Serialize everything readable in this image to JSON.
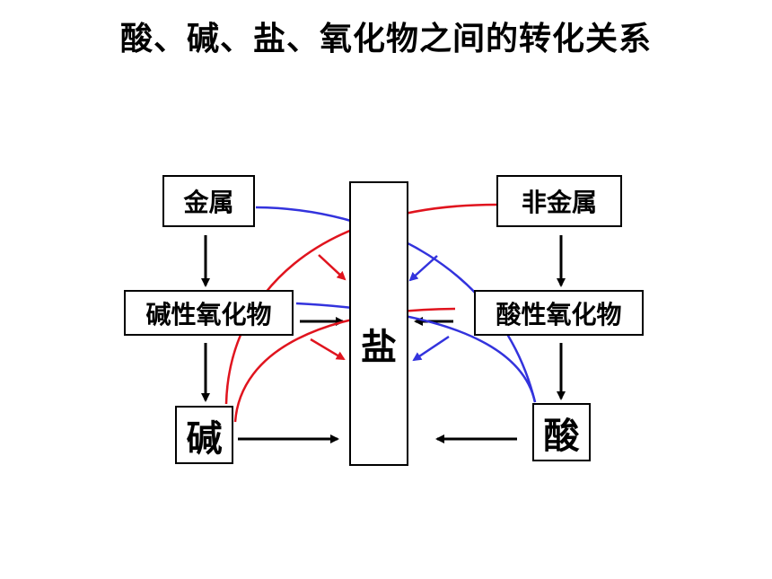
{
  "title": "酸、碱、盐、氧化物之间的转化关系",
  "nodes": {
    "metal": "金属",
    "nonmetal": "非金属",
    "basic_oxide": "碱性氧化物",
    "acid_oxide": "酸性氧化物",
    "base": "碱",
    "acid": "酸",
    "salt": "盐"
  },
  "colors": {
    "black": "#000000",
    "red": "#e0141e",
    "blue": "#3333dd"
  }
}
